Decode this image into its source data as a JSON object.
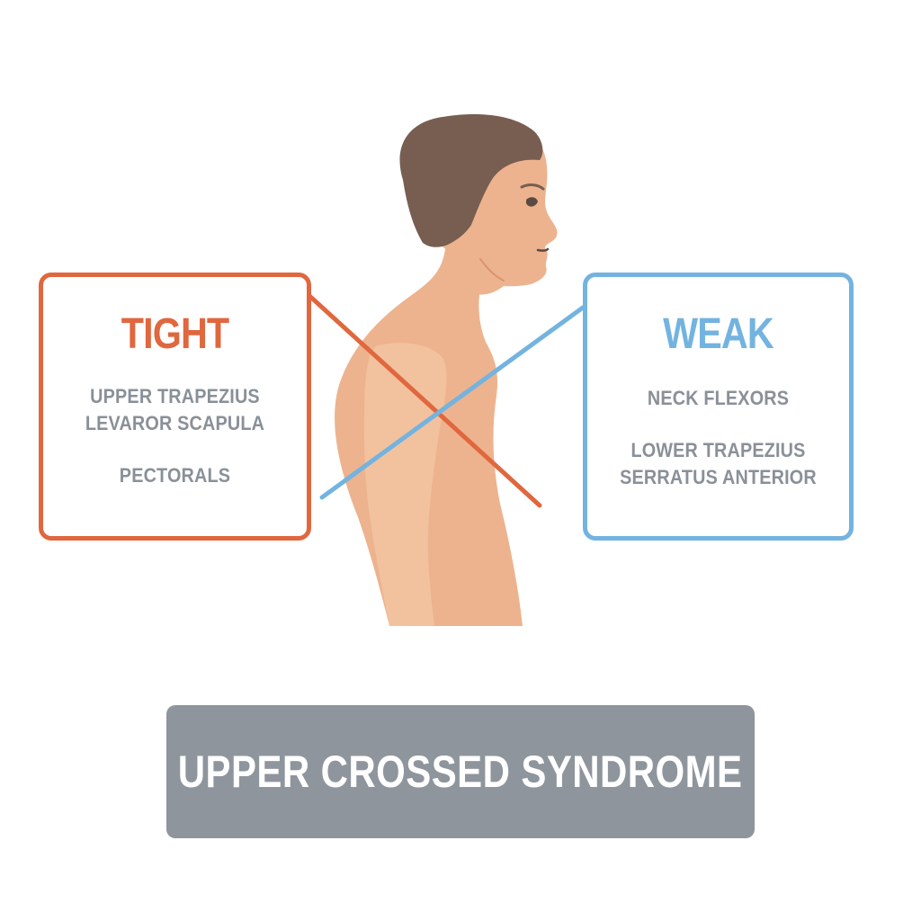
{
  "tight_box": {
    "heading": "TIGHT",
    "items": [
      "UPPER TRAPEZIUS",
      "LEVAROR SCAPULA",
      "PECTORALS"
    ]
  },
  "weak_box": {
    "heading": "WEAK",
    "items": [
      "NECK FLEXORS",
      "LOWER TRAPEZIUS",
      "SERRATUS ANTERIOR"
    ]
  },
  "banner": {
    "title": "UPPER CROSSED SYNDROME"
  },
  "colors": {
    "tight": "#e0673e",
    "weak": "#73b3e0",
    "label_text": "#8a9098",
    "banner_bg": "#8e959c",
    "skin": "#edb38e",
    "skin_shadow": "#f2c29f",
    "hair": "#775e51"
  },
  "icons": {
    "figure": "human-upper-body-profile"
  }
}
